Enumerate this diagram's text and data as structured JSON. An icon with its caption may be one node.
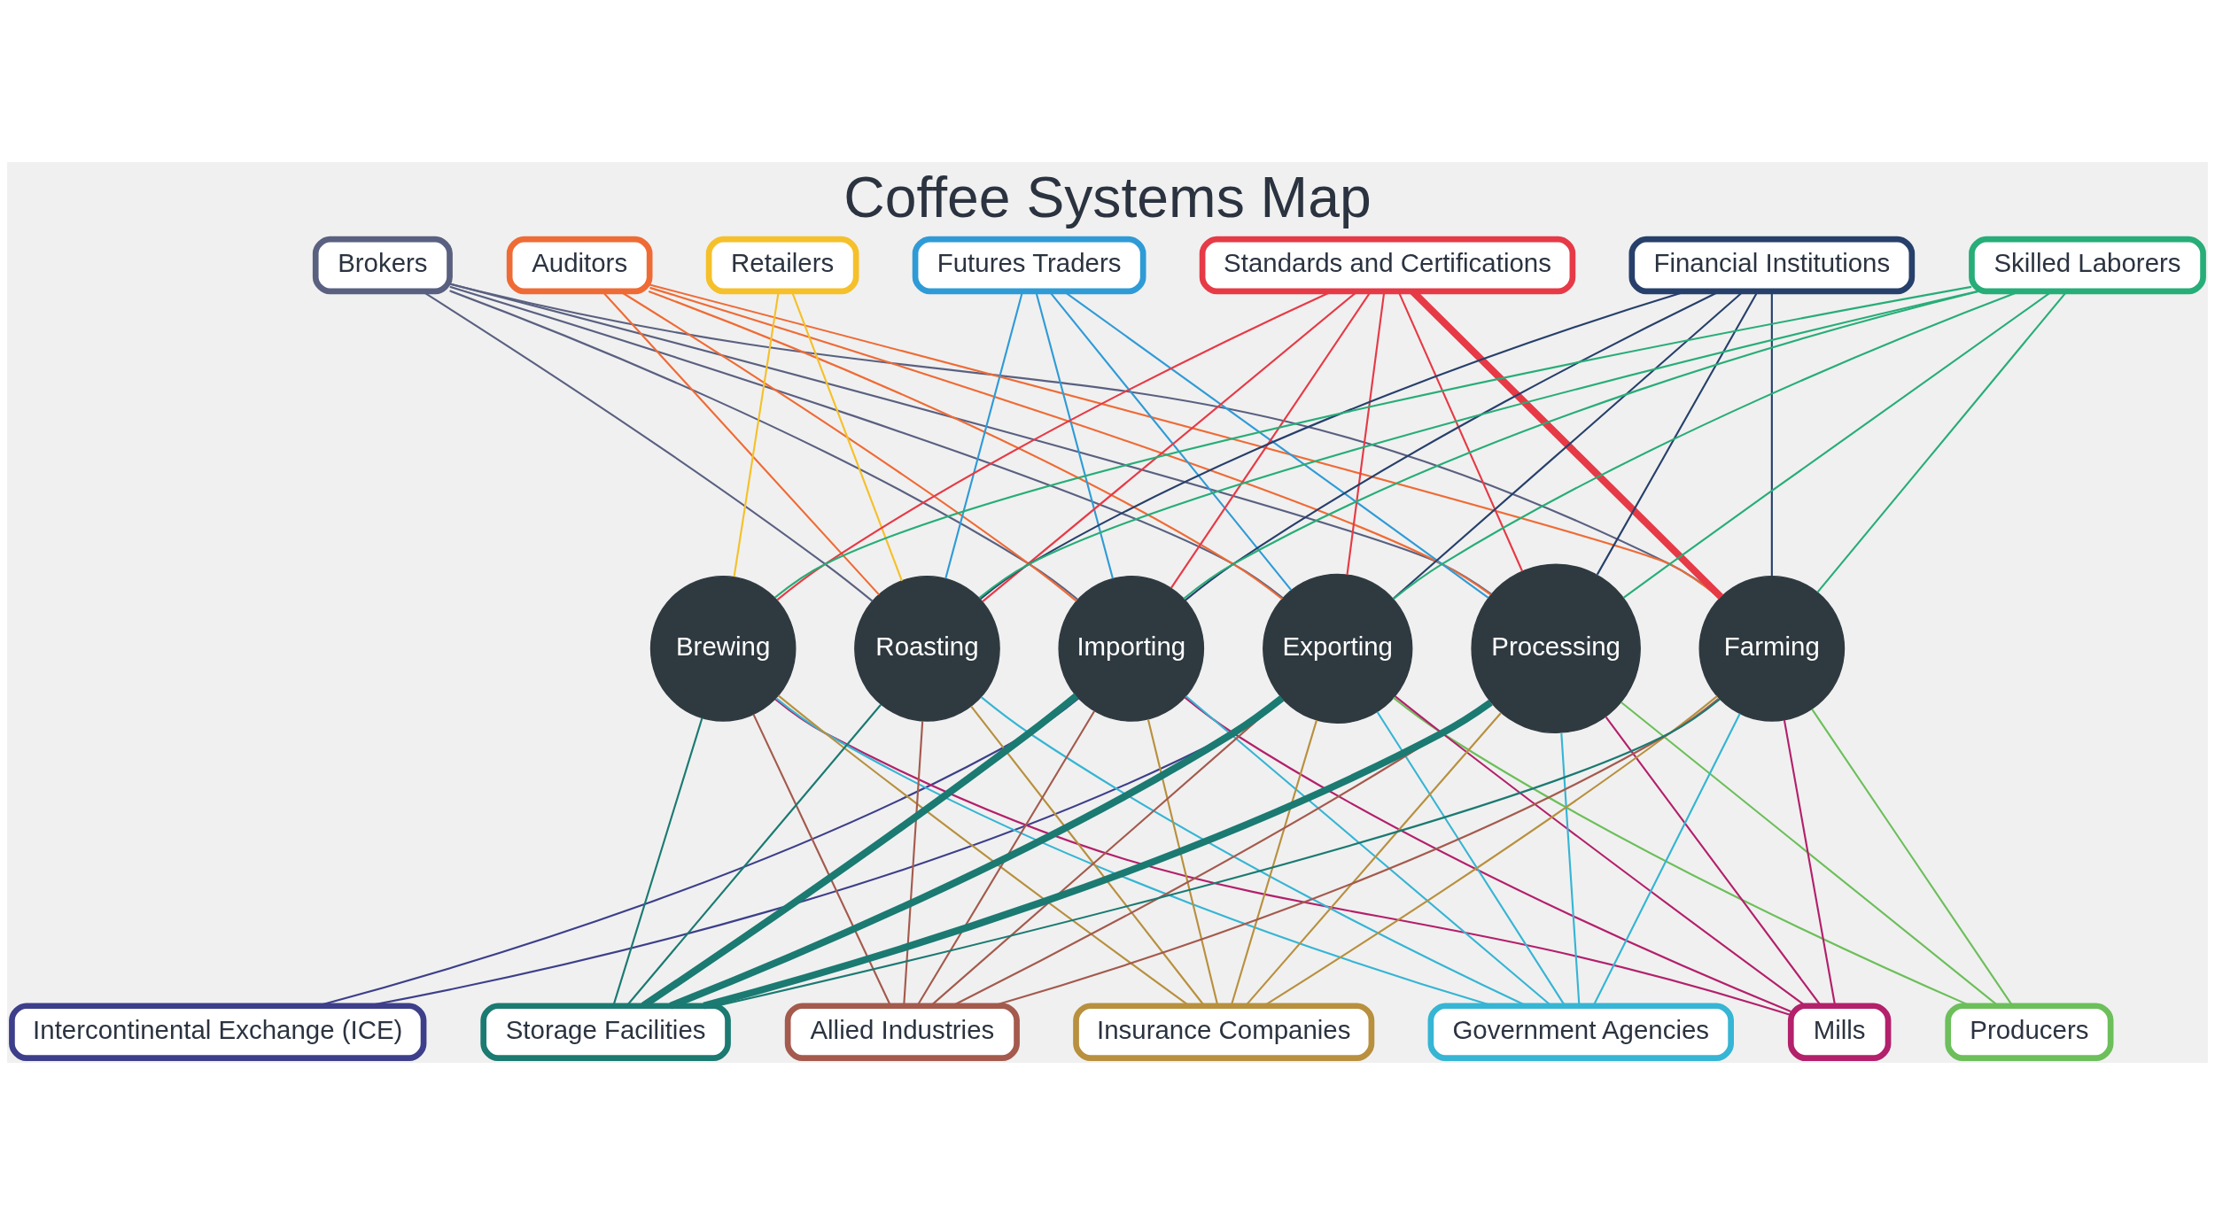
{
  "diagram": {
    "title": "Coffee Systems Map",
    "nodes": [
      {
        "text": [
          "Intercontinental Exchange (ICE)"
        ]
      },
      {
        "text": [
          "Brokers"
        ]
      },
      {
        "text": [
          "Auditors"
        ]
      },
      {
        "text": [
          "Retailers"
        ]
      },
      {
        "text": [
          "Futures Traders"
        ]
      },
      {
        "text": [
          "Standards and Certifications"
        ]
      },
      {
        "text": [
          "Financial Institutions"
        ]
      },
      {
        "text": [
          "Skilled Laborers"
        ]
      },
      {
        "text": [
          "Producers"
        ]
      },
      {
        "text": [
          "Mills"
        ]
      },
      {
        "text": [
          "Government Agencies"
        ]
      },
      {
        "text": [
          "Insurance Companies"
        ]
      },
      {
        "text": [
          "Allied Industries"
        ]
      },
      {
        "text": [
          "Storage Facilities"
        ]
      },
      {
        "text": [
          "Brewing"
        ]
      },
      {
        "text": [
          "Roasting"
        ]
      },
      {
        "text": [
          "Importing"
        ]
      },
      {
        "text": [
          "Exporting"
        ]
      },
      {
        "text": [
          "Processing"
        ]
      },
      {
        "text": [
          "Farming"
        ]
      }
    ],
    "edges": [
      {
        "from": 0,
        "to": 16,
        "arrow": "none",
        "color": "#3d3f8a"
      },
      {
        "from": 0,
        "to": 17,
        "arrow": "none",
        "color": "#3d3f8a"
      },
      {
        "from": 1,
        "to": 15,
        "arrow": "none",
        "color": "#5a6080"
      },
      {
        "from": 1,
        "to": 16,
        "arrow": "none",
        "color": "#5a6080"
      },
      {
        "from": 1,
        "to": 17,
        "arrow": "none",
        "color": "#5a6080"
      },
      {
        "from": 1,
        "to": 18,
        "arrow": "none",
        "color": "#5a6080"
      },
      {
        "from": 1,
        "to": 19,
        "arrow": "none",
        "color": "#5a6080"
      },
      {
        "from": 2,
        "to": 15,
        "arrow": "none",
        "color": "#ef6b35"
      },
      {
        "from": 2,
        "to": 16,
        "arrow": "none",
        "color": "#ef6b35"
      },
      {
        "from": 2,
        "to": 17,
        "arrow": "none",
        "color": "#ef6b35"
      },
      {
        "from": 2,
        "to": 18,
        "arrow": "none",
        "color": "#ef6b35"
      },
      {
        "from": 2,
        "to": 19,
        "arrow": "none",
        "color": "#ef6b35"
      },
      {
        "from": 3,
        "to": 14,
        "arrow": "none",
        "color": "#f5c02a"
      },
      {
        "from": 3,
        "to": 15,
        "arrow": "none",
        "color": "#f5c02a"
      },
      {
        "from": 4,
        "to": 15,
        "arrow": "none",
        "color": "#2f9bd6"
      },
      {
        "from": 4,
        "to": 16,
        "arrow": "none",
        "color": "#2f9bd6"
      },
      {
        "from": 4,
        "to": 17,
        "arrow": "none",
        "color": "#2f9bd6"
      },
      {
        "from": 4,
        "to": 18,
        "arrow": "none",
        "color": "#2f9bd6"
      },
      {
        "from": 5,
        "to": 14,
        "arrow": "none",
        "color": "#e63a46"
      },
      {
        "from": 5,
        "to": 15,
        "arrow": "none",
        "color": "#e63a46"
      },
      {
        "from": 5,
        "to": 16,
        "arrow": "none",
        "color": "#e63a46"
      },
      {
        "from": 5,
        "to": 17,
        "arrow": "none",
        "color": "#e63a46"
      },
      {
        "from": 5,
        "to": 18,
        "arrow": "none",
        "color": "#e63a46"
      },
      {
        "from": 5,
        "to": 19,
        "arrow": "none",
        "color": "#e63a46",
        "style": "thick"
      },
      {
        "from": 6,
        "to": 15,
        "arrow": "none",
        "color": "#27406b"
      },
      {
        "from": 6,
        "to": 16,
        "arrow": "none",
        "color": "#27406b"
      },
      {
        "from": 6,
        "to": 17,
        "arrow": "none",
        "color": "#27406b"
      },
      {
        "from": 6,
        "to": 18,
        "arrow": "none",
        "color": "#27406b"
      },
      {
        "from": 6,
        "to": 19,
        "arrow": "none",
        "color": "#27406b"
      },
      {
        "from": 7,
        "to": 14,
        "arrow": "none",
        "color": "#27ad78"
      },
      {
        "from": 7,
        "to": 15,
        "arrow": "none",
        "color": "#27ad78"
      },
      {
        "from": 7,
        "to": 16,
        "arrow": "none",
        "color": "#27ad78"
      },
      {
        "from": 7,
        "to": 17,
        "arrow": "none",
        "color": "#27ad78"
      },
      {
        "from": 7,
        "to": 18,
        "arrow": "none",
        "color": "#27ad78"
      },
      {
        "from": 7,
        "to": 19,
        "arrow": "none",
        "color": "#27ad78"
      },
      {
        "from": 8,
        "to": 17,
        "arrow": "none",
        "color": "#6cbf5a"
      },
      {
        "from": 8,
        "to": 18,
        "arrow": "none",
        "color": "#6cbf5a"
      },
      {
        "from": 8,
        "to": 19,
        "arrow": "none",
        "color": "#6cbf5a"
      },
      {
        "from": 9,
        "to": 14,
        "arrow": "none",
        "color": "#b3206b"
      },
      {
        "from": 9,
        "to": 16,
        "arrow": "none",
        "color": "#b3206b"
      },
      {
        "from": 9,
        "to": 17,
        "arrow": "none",
        "color": "#b3206b"
      },
      {
        "from": 9,
        "to": 18,
        "arrow": "none",
        "color": "#b3206b"
      },
      {
        "from": 9,
        "to": 19,
        "arrow": "none",
        "color": "#b3206b"
      },
      {
        "from": 10,
        "to": 14,
        "arrow": "none",
        "color": "#36b5d4"
      },
      {
        "from": 10,
        "to": 15,
        "arrow": "none",
        "color": "#36b5d4"
      },
      {
        "from": 10,
        "to": 16,
        "arrow": "none",
        "color": "#36b5d4"
      },
      {
        "from": 10,
        "to": 17,
        "arrow": "none",
        "color": "#36b5d4"
      },
      {
        "from": 10,
        "to": 18,
        "arrow": "none",
        "color": "#36b5d4"
      },
      {
        "from": 10,
        "to": 19,
        "arrow": "none",
        "color": "#36b5d4"
      },
      {
        "from": 11,
        "to": 14,
        "arrow": "none",
        "color": "#b8903e"
      },
      {
        "from": 11,
        "to": 15,
        "arrow": "none",
        "color": "#b8903e"
      },
      {
        "from": 11,
        "to": 16,
        "arrow": "none",
        "color": "#b8903e"
      },
      {
        "from": 11,
        "to": 17,
        "arrow": "none",
        "color": "#b8903e"
      },
      {
        "from": 11,
        "to": 18,
        "arrow": "none",
        "color": "#b8903e"
      },
      {
        "from": 11,
        "to": 19,
        "arrow": "none",
        "color": "#b8903e"
      },
      {
        "from": 12,
        "to": 14,
        "arrow": "none",
        "color": "#a45a4d"
      },
      {
        "from": 12,
        "to": 15,
        "arrow": "none",
        "color": "#a45a4d"
      },
      {
        "from": 12,
        "to": 16,
        "arrow": "none",
        "color": "#a45a4d"
      },
      {
        "from": 12,
        "to": 17,
        "arrow": "none",
        "color": "#a45a4d"
      },
      {
        "from": 12,
        "to": 18,
        "arrow": "none",
        "color": "#a45a4d"
      },
      {
        "from": 12,
        "to": 19,
        "arrow": "none",
        "color": "#a45a4d"
      },
      {
        "from": 13,
        "to": 14,
        "arrow": "none",
        "color": "#1b7a72"
      },
      {
        "from": 13,
        "to": 15,
        "arrow": "none",
        "color": "#1b7a72"
      },
      {
        "from": 13,
        "to": 16,
        "arrow": "none",
        "color": "#1b7a72",
        "style": "thick"
      },
      {
        "from": 13,
        "to": 17,
        "arrow": "none",
        "color": "#1b7a72",
        "style": "thick"
      },
      {
        "from": 13,
        "to": 18,
        "arrow": "none",
        "color": "#1b7a72",
        "style": "thick"
      },
      {
        "from": 13,
        "to": 19,
        "arrow": "none",
        "color": "#1b7a72"
      }
    ]
  }
}
